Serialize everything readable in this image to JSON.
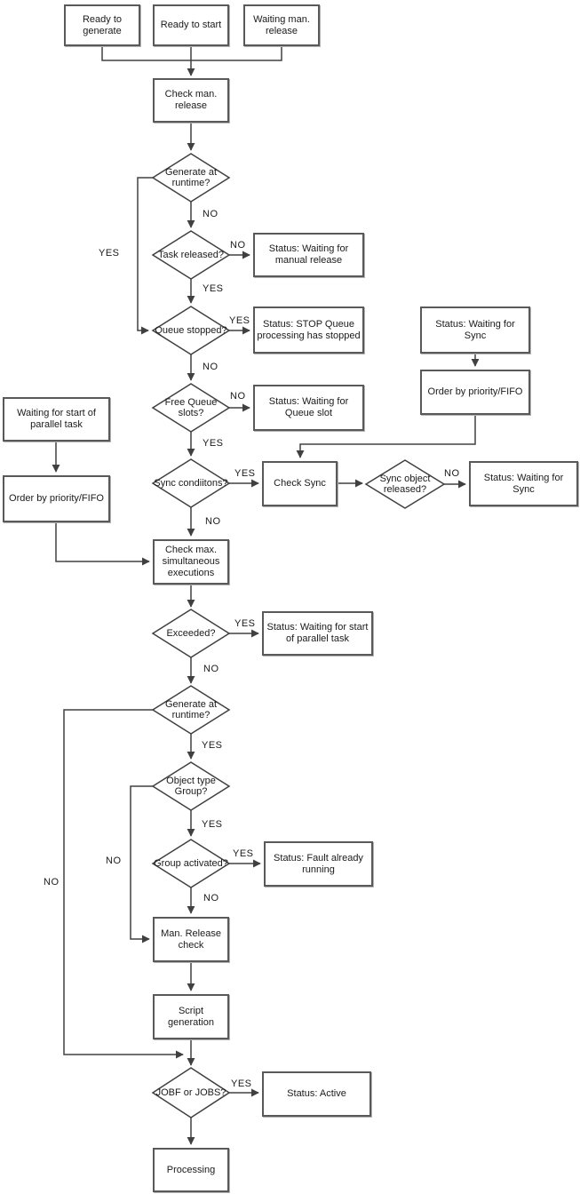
{
  "colors": {
    "background": "#ffffff",
    "connector_line": "#404040",
    "box_border": "#595959",
    "diamond_border": "#404040",
    "text": "#1a1a1a"
  },
  "nodes": {
    "ready_to_generate": "Ready to generate",
    "ready_to_start": "Ready to start",
    "waiting_man_release": "Waiting man. release",
    "check_man_release": "Check man. release",
    "generate_at_runtime_1": "Generate at runtime?",
    "task_released": "Task released?",
    "status_waiting_manual_release": "Status: Waiting for manual release",
    "queue_stopped": "Queue stopped?",
    "status_stop_queue": "Status: STOP Queue processing has stopped",
    "status_waiting_sync_top": "Status: Waiting for Sync",
    "order_by_priority_fifo_right": "Order by priority/FIFO",
    "free_queue_slots": "Free Queue slots?",
    "status_waiting_queue_slot": "Status: Waiting for Queue slot",
    "waiting_for_start_parallel_task": "Waiting for start of parallel task",
    "order_by_priority_fifo_left": "Order by priority/FIFO",
    "sync_conditions": "Sync condiitons?",
    "check_sync": "Check Sync",
    "sync_object_released": "Sync object released?",
    "status_waiting_sync_right": "Status: Waiting for Sync",
    "check_max_simultaneous": "Check max. simultaneous executions",
    "exceeded": "Exceeded?",
    "status_waiting_start_parallel": "Status: Waiting for start of parallel task",
    "generate_at_runtime_2": "Generate at runtime?",
    "object_type_group": "Object type Group?",
    "group_activated": "Group activated?",
    "status_fault_already_running": "Status: Fault already running",
    "man_release_check": "Man. Release check",
    "script_generation": "Script generation",
    "jobf_or_jobs": "JOBF or JOBS?",
    "status_active": "Status: Active",
    "processing": "Processing"
  },
  "edge_labels": {
    "gen1_yes": "YES",
    "gen1_no": "NO",
    "task_no": "NO",
    "task_yes": "YES",
    "queue_yes": "YES",
    "queue_no": "NO",
    "free_no": "NO",
    "free_yes": "YES",
    "sync_yes": "YES",
    "sync_no": "NO",
    "syncobj_no": "NO",
    "exceeded_yes": "YES",
    "exceeded_no": "NO",
    "gen2_yes": "YES",
    "gen2_no": "NO",
    "objgroup_yes": "YES",
    "objgroup_no": "NO",
    "group_yes": "YES",
    "group_no": "NO",
    "jobf_yes": "YES"
  }
}
